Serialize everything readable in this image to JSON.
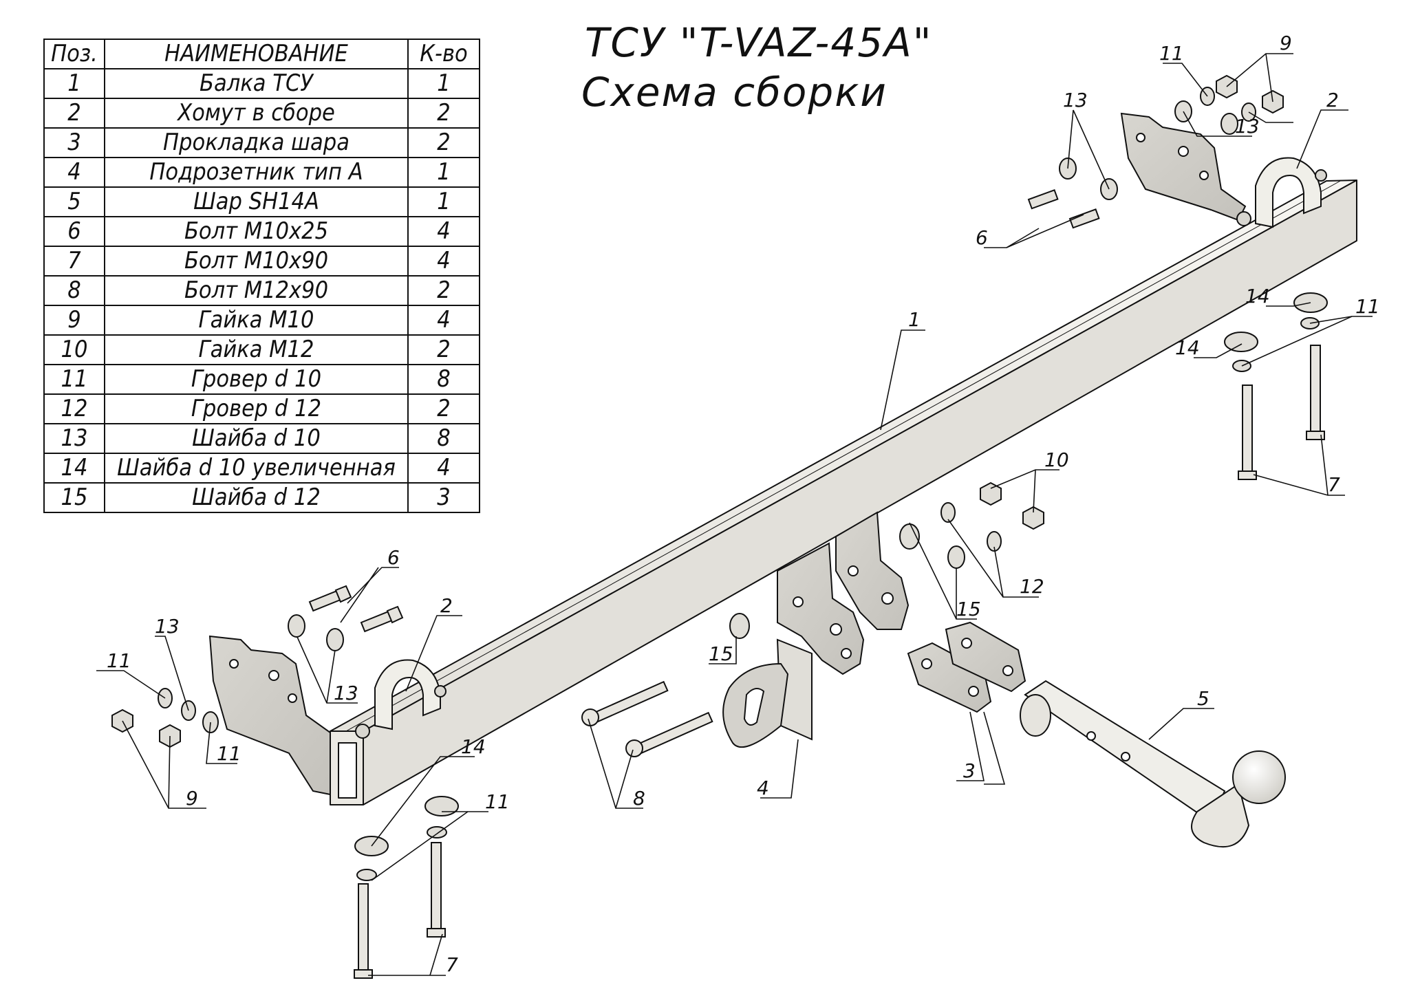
{
  "title": "ТСУ \"T-VAZ-45A\"",
  "subtitle": "Схема сборки",
  "table": {
    "headers": [
      "Поз.",
      "НАИМЕНОВАНИЕ",
      "К-во"
    ],
    "rows": [
      [
        "1",
        "Балка ТСУ",
        "1"
      ],
      [
        "2",
        "Хомут в сборе",
        "2"
      ],
      [
        "3",
        "Прокладка шара",
        "2"
      ],
      [
        "4",
        "Подрозетник тип А",
        "1"
      ],
      [
        "5",
        "Шар SH14A",
        "1"
      ],
      [
        "6",
        "Болт М10х25",
        "4"
      ],
      [
        "7",
        "Болт М10х90",
        "4"
      ],
      [
        "8",
        "Болт М12х90",
        "2"
      ],
      [
        "9",
        "Гайка М10",
        "4"
      ],
      [
        "10",
        "Гайка М12",
        "2"
      ],
      [
        "11",
        "Гровер d 10",
        "8"
      ],
      [
        "12",
        "Гровер d 12",
        "2"
      ],
      [
        "13",
        "Шайба d 10",
        "8"
      ],
      [
        "14",
        "Шайба d 10 увеличенная",
        "4"
      ],
      [
        "15",
        "Шайба d 12",
        "3"
      ]
    ]
  },
  "callouts": {
    "c1": "1",
    "c2a": "2",
    "c2b": "2",
    "c3": "3",
    "c4": "4",
    "c5": "5",
    "c6a": "6",
    "c6b": "6",
    "c7a": "7",
    "c7b": "7",
    "c8": "8",
    "c9a": "9",
    "c9b": "9",
    "c10": "10",
    "c11a": "11",
    "c11b": "11",
    "c11c": "11",
    "c11d": "11",
    "c11e": "11",
    "c12": "12",
    "c13a": "13",
    "c13b": "13",
    "c13c": "13",
    "c13d": "13",
    "c14a": "14",
    "c14b": "14",
    "c14c": "14",
    "c15a": "15",
    "c15b": "15"
  }
}
